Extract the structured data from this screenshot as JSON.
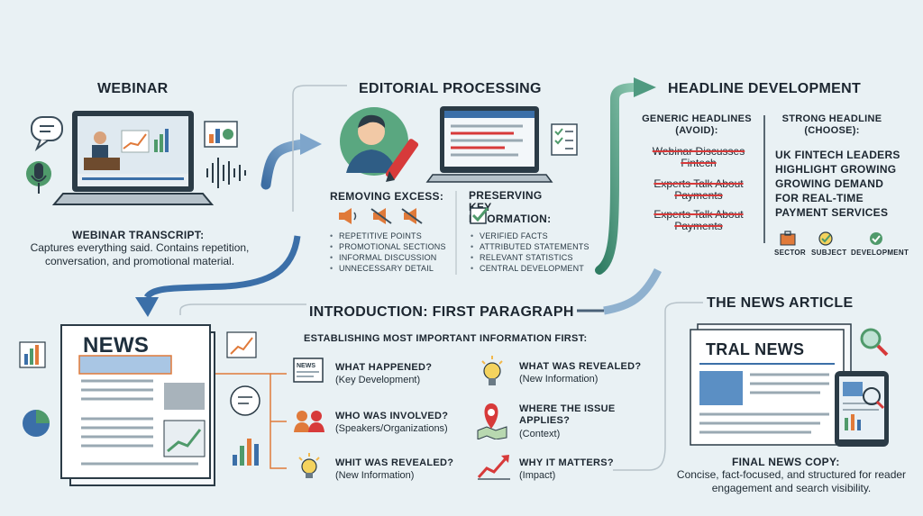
{
  "sections": {
    "webinar": {
      "heading": "WEBINAR",
      "subheading": "WEBINAR TRANSCRIPT:",
      "description": "Captures everything said. Contains repetition, conversation, and promotional material."
    },
    "editorial": {
      "heading": "EDITORIAL PROCESSING",
      "removing_title": "REMOVING EXCESS:",
      "removing_items": [
        "REPETITIVE POINTS",
        "PROMOTIONAL SECTIONS",
        "INFORMAL DISCUSSION",
        "UNNECESSARY DETAIL"
      ],
      "preserving_title": "PRESERVING KEY INFORMATION:",
      "preserving_items": [
        "VERIFIED FACTS",
        "ATTRIBUTED STATEMENTS",
        "RELEVANT STATISTICS",
        "CENTRAL DEVELOPMENT"
      ]
    },
    "headline": {
      "heading": "HEADLINE DEVELOPMENT",
      "generic_title": "GENERIC HEADLINES (AVOID):",
      "generic_items": [
        "Webinar Discusses Fintech",
        "Experts Talk About Payments",
        "Experts Talk About Payments"
      ],
      "strong_title": "STRONG HEADLINE (CHOOSE):",
      "strong_headline": "UK FINTECH LEADERS HIGHLIGHT GROWING GROWING DEMAND FOR REAL-TIME PAYMENT SERVICES",
      "tags": [
        "SECTOR",
        "SUBJECT",
        "DEVELOPMENT"
      ]
    },
    "intro": {
      "heading": "INTRODUCTION: FIRST PARAGRAPH",
      "subheading": "ESTABLISHING MOST IMPORTANT INFORMATION FIRST:",
      "items": [
        {
          "title": "WHAT HAPPENED?",
          "sub": "(Key Development)",
          "icon": "news-icon"
        },
        {
          "title": "WHO WAS INVOLVED?",
          "sub": "(Speakers/Organizations)",
          "icon": "people-icon"
        },
        {
          "title": "WHIT WAS REVEALED?",
          "sub": "(New Information)",
          "icon": "lightbulb-icon"
        },
        {
          "title": "WHAT WAS REVEALED?",
          "sub": "(New Information)",
          "icon": "lightbulb-icon"
        },
        {
          "title": "WHERE THE ISSUE APPLIES?",
          "sub": "(Context)",
          "icon": "map-pin-icon"
        },
        {
          "title": "WHY IT MATTERS?",
          "sub": "(Impact)",
          "icon": "trend-icon"
        }
      ]
    },
    "article": {
      "heading": "THE NEWS ARTICLE",
      "final_title": "FINAL NEWS COPY:",
      "final_desc": "Concise, fact-focused, and structured for reader engagement and search visibility."
    },
    "newspaper": {
      "masthead": "NEWS"
    },
    "article_page": {
      "masthead": "TRAL NEWS"
    }
  },
  "colors": {
    "bg": "#e9f1f4",
    "accent_blue": "#3b6fa8",
    "accent_green": "#4f9a6b",
    "accent_orange": "#e07a3a",
    "accent_red": "#d73a3a"
  }
}
